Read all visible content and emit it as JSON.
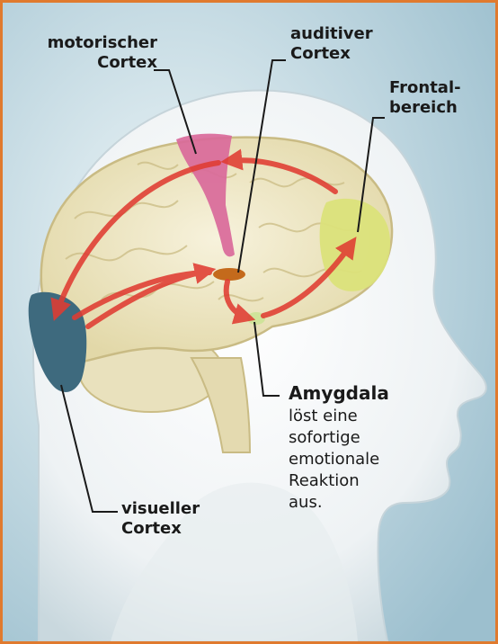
{
  "labels": {
    "motor": [
      "motorischer",
      "Cortex"
    ],
    "auditory": [
      "auditiver",
      "Cortex"
    ],
    "frontal": [
      "Frontal-",
      "bereich"
    ],
    "amygdala_title": "Amygdala",
    "amygdala_desc": [
      "löst eine",
      "sofortige",
      "emotionale",
      "Reaktion",
      "aus."
    ],
    "visual": [
      "visueller",
      "Cortex"
    ]
  },
  "colors": {
    "frame": "#e07a2e",
    "background": "#a9c9d6",
    "head": "#eef3f4",
    "brain": "#efe8c6",
    "motor_cortex": "#d9699a",
    "auditory_cortex": "#c46a1c",
    "frontal_area": "#dbe27a",
    "visual_cortex": "#3e6a7e",
    "amygdala": "#cfe39a",
    "arrows": "#e03c32"
  }
}
